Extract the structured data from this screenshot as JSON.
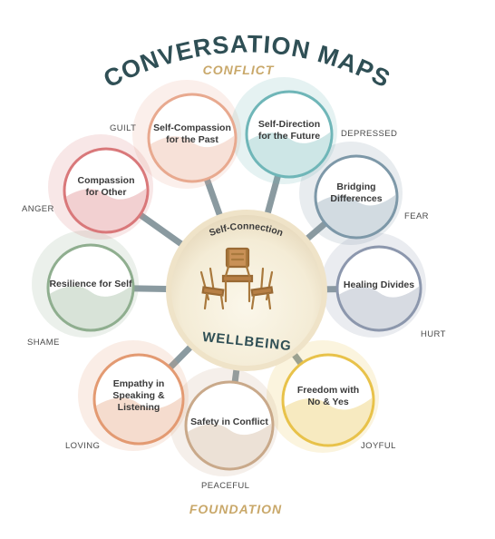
{
  "title": "CONVERSATION MAPS",
  "top_label": "CONFLICT",
  "bottom_label": "FOUNDATION",
  "center": {
    "top_text": "Self-Connection",
    "bottom_text": "WELLBEING",
    "icon": "three-chairs-icon"
  },
  "nodes": [
    {
      "id": "self-compassion",
      "label": "Self-Compassion\nfor the Past",
      "emotion": "GUILT",
      "color": "#e8a98f"
    },
    {
      "id": "self-direction",
      "label": "Self-Direction\nfor the Future",
      "emotion": "DEPRESSED",
      "color": "#6fb6b8"
    },
    {
      "id": "bridging",
      "label": "Bridging\nDifferences",
      "emotion": "FEAR",
      "color": "#7d98a8"
    },
    {
      "id": "healing",
      "label": "Healing Divides",
      "emotion": "HURT",
      "color": "#8c97ad"
    },
    {
      "id": "freedom",
      "label": "Freedom with\nNo & Yes",
      "emotion": "JOYFUL",
      "color": "#e8c24a"
    },
    {
      "id": "safety",
      "label": "Safety in Conflict",
      "emotion": "PEACEFUL",
      "color": "#c9a98a"
    },
    {
      "id": "empathy",
      "label": "Empathy in\nSpeaking &\nListening",
      "emotion": "LOVING",
      "color": "#e39a72"
    },
    {
      "id": "resilience",
      "label": "Resilience for Self",
      "emotion": "SHAME",
      "color": "#8fae8f"
    },
    {
      "id": "compassion-other",
      "label": "Compassion\nfor Other",
      "emotion": "ANGER",
      "color": "#d9787a"
    }
  ],
  "colors": {
    "title": "#2f4f55",
    "accent": "#c9a86a",
    "spoke": "#8a9aa0",
    "center_ring": "#e9dcc4"
  }
}
